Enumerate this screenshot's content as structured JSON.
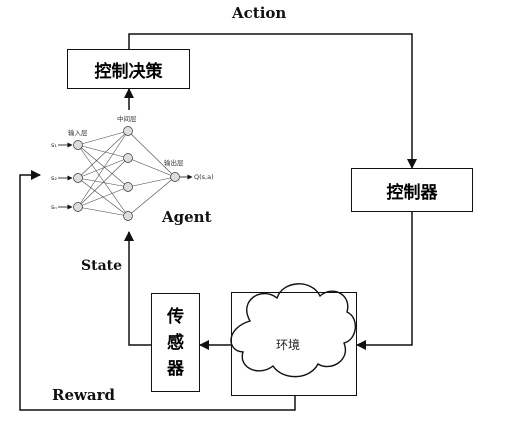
{
  "labels": {
    "action": "Action",
    "state": "State",
    "reward": "Reward",
    "agent": "Agent"
  },
  "boxes": {
    "decision": "控制决策",
    "controller": "控制器",
    "sensor_line1": "传",
    "sensor_line2": "感",
    "sensor_line3": "器",
    "environment": "环境"
  },
  "network": {
    "input_layer": "输入层",
    "hidden_layer": "中间层",
    "output_layer": "输出层",
    "output": "Q(s,a)",
    "inputs": [
      "s₁",
      "s₂",
      "sₙ"
    ]
  },
  "colors": {
    "line": "#111111",
    "neuron_fill": "#dddddd"
  }
}
